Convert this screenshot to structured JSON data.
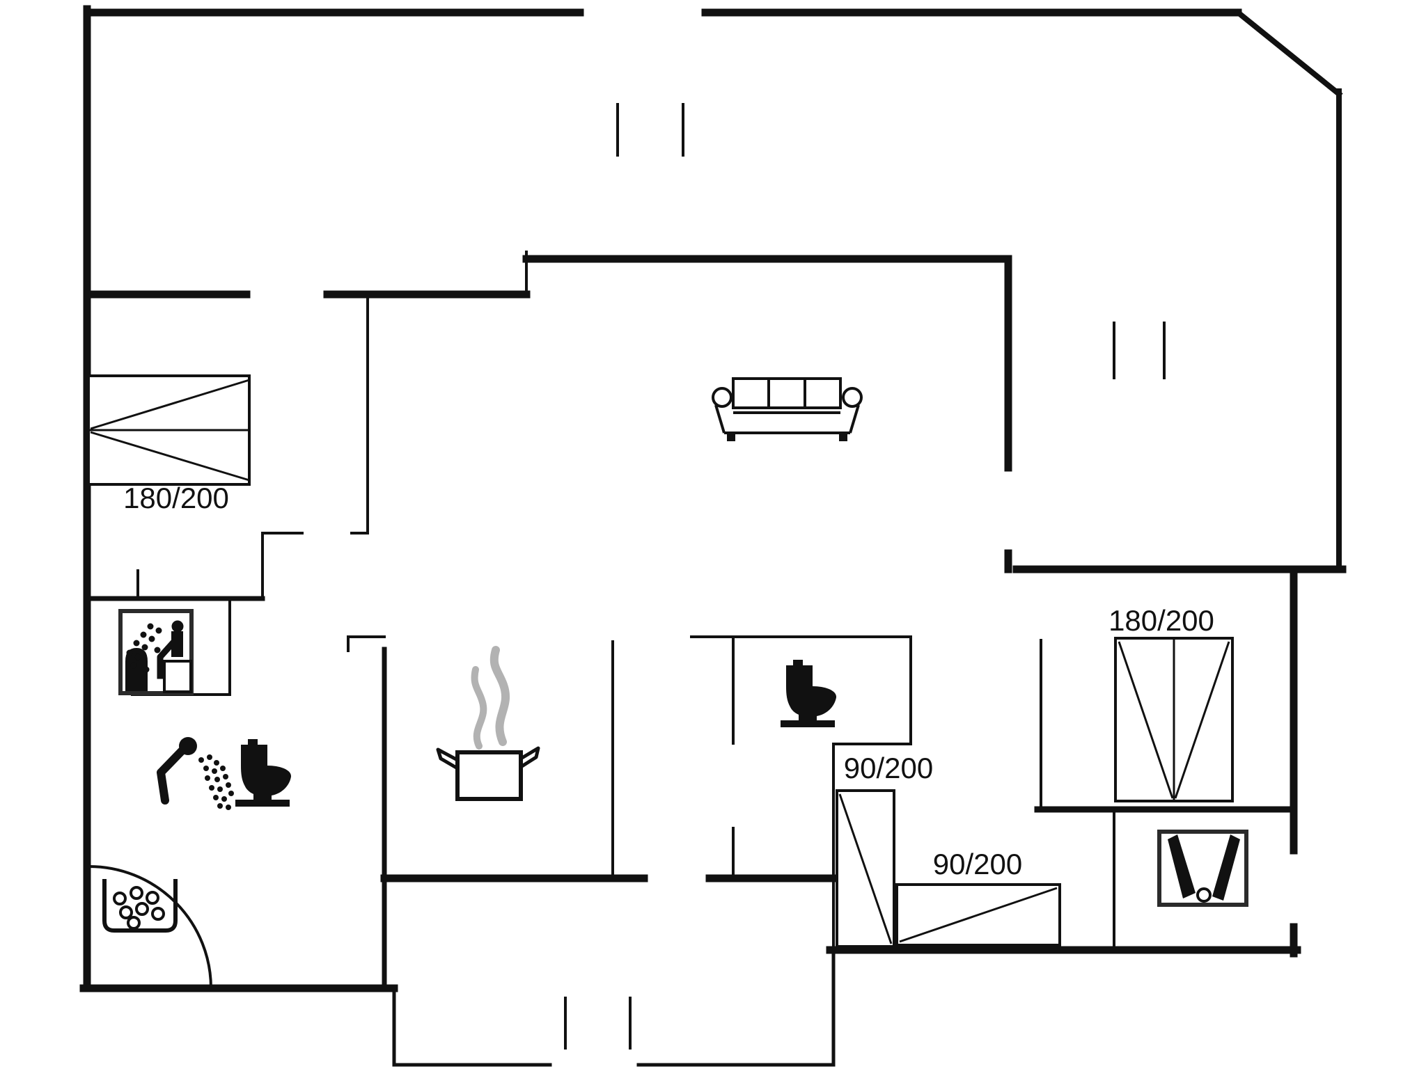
{
  "page": {
    "title": "Holiday home floor plan",
    "background": "#ffffff"
  },
  "plan": {
    "colors": {
      "wall": "#111111",
      "furniture_line": "#111111",
      "steam_gray": "#b2b2b2",
      "icon_frame_gray": "#2b2b2b"
    },
    "beds": [
      {
        "id": "bed-double-left",
        "label": "180/200"
      },
      {
        "id": "bed-double-right",
        "label": "180/200"
      },
      {
        "id": "bed-single-vertical",
        "label": "90/200"
      },
      {
        "id": "bed-single-horizontal",
        "label": "90/200"
      }
    ],
    "icons": [
      "sauna-icon",
      "shower-icon",
      "toilet-icon-bathroom",
      "toilet-icon-wc",
      "spa-bath-icon",
      "cooking-pot-icon",
      "sofa-icon",
      "ski-storage-icon",
      "door-swing-arc",
      "window-marks"
    ]
  }
}
